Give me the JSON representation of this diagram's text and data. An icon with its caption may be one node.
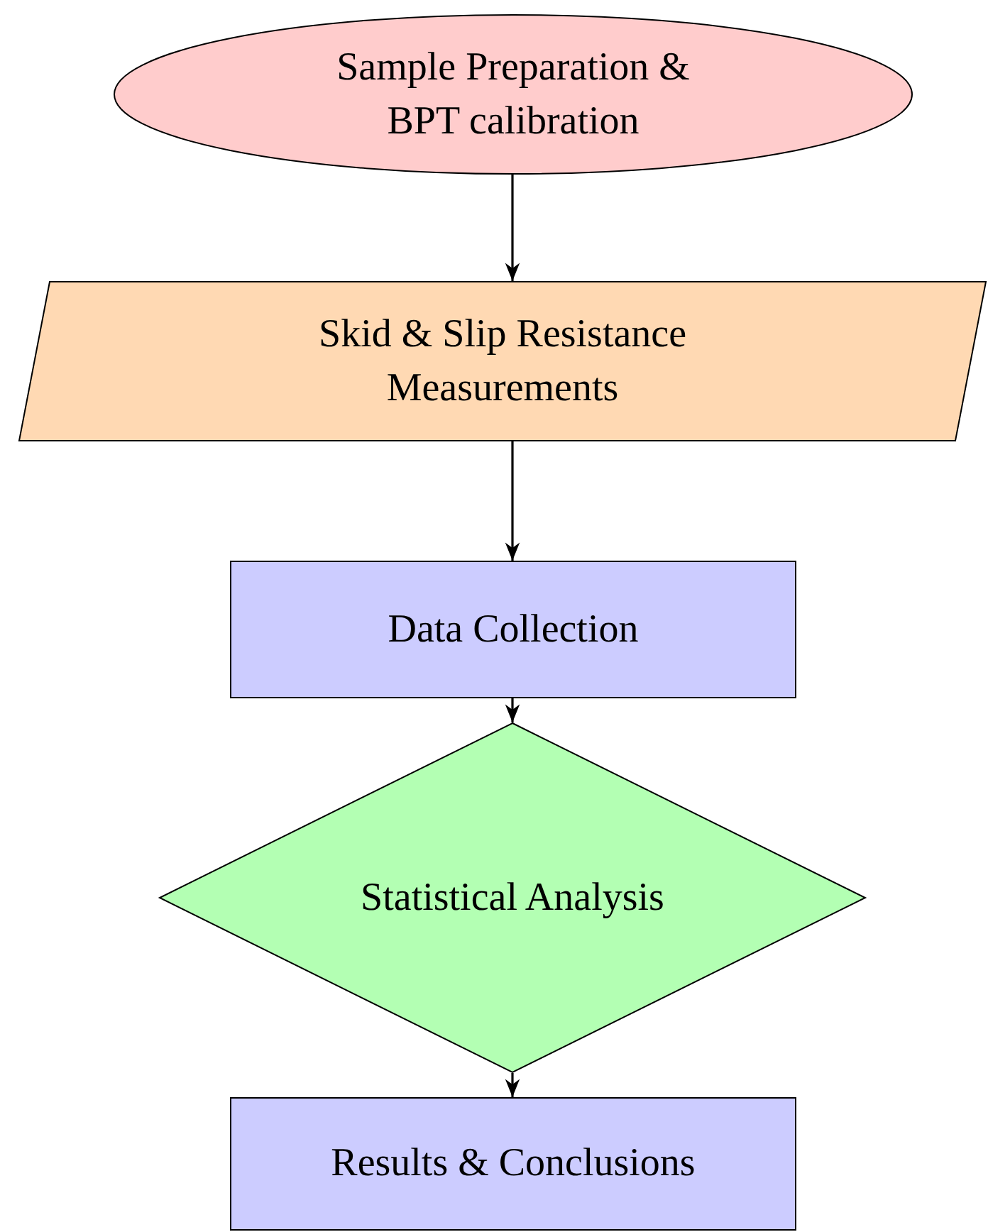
{
  "diagram": {
    "nodes": [
      {
        "text": [
          "Sample Preparation & BPT calibration"
        ]
      },
      {
        "text": [
          "Skid & Slip Resistance Measurements"
        ]
      },
      {
        "text": [
          "Data Collection"
        ]
      },
      {
        "text": [
          "Statistical Analysis"
        ]
      },
      {
        "text": [
          "Results & Conclusions"
        ]
      }
    ],
    "edges": [
      {
        "from": 0,
        "to": 1,
        "arrow": "to"
      },
      {
        "from": 1,
        "to": 2,
        "arrow": "to"
      },
      {
        "from": 2,
        "to": 3,
        "arrow": "to"
      },
      {
        "from": 3,
        "to": 4,
        "arrow": "to"
      }
    ]
  }
}
